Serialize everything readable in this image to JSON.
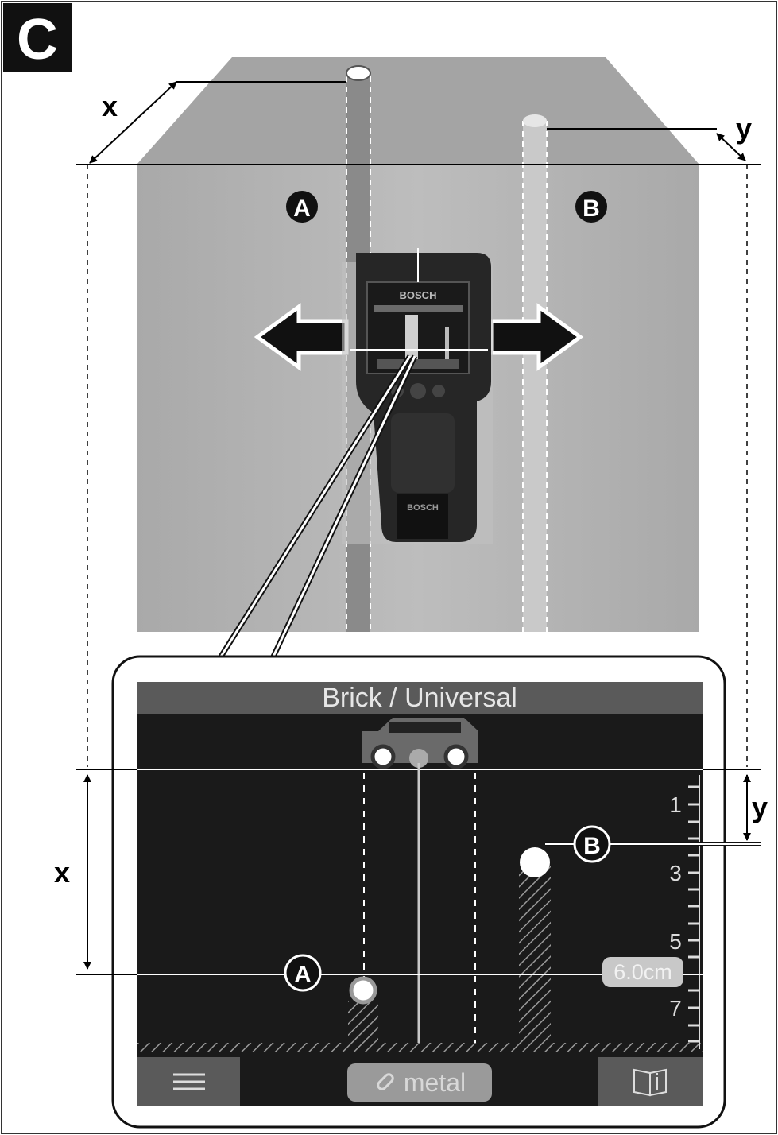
{
  "figure": {
    "panel_letter": "C",
    "dimension_x": "x",
    "dimension_y": "y",
    "object_a": "A",
    "object_b": "B",
    "device_brand": "BOSCH"
  },
  "display": {
    "mode_title": "Brick / Universal",
    "scale_ticks": [
      "1",
      "3",
      "5",
      "7"
    ],
    "depth_value": "6.0cm",
    "material_button": "metal",
    "icons": [
      "battery-icon",
      "menu-icon",
      "metal-icon",
      "info-book-icon"
    ]
  },
  "colors": {
    "display_bg": "#1a1a1a",
    "display_header": "#5a5a5a",
    "wall": "#b4b4b4",
    "wall_top": "#a6a6a6"
  }
}
